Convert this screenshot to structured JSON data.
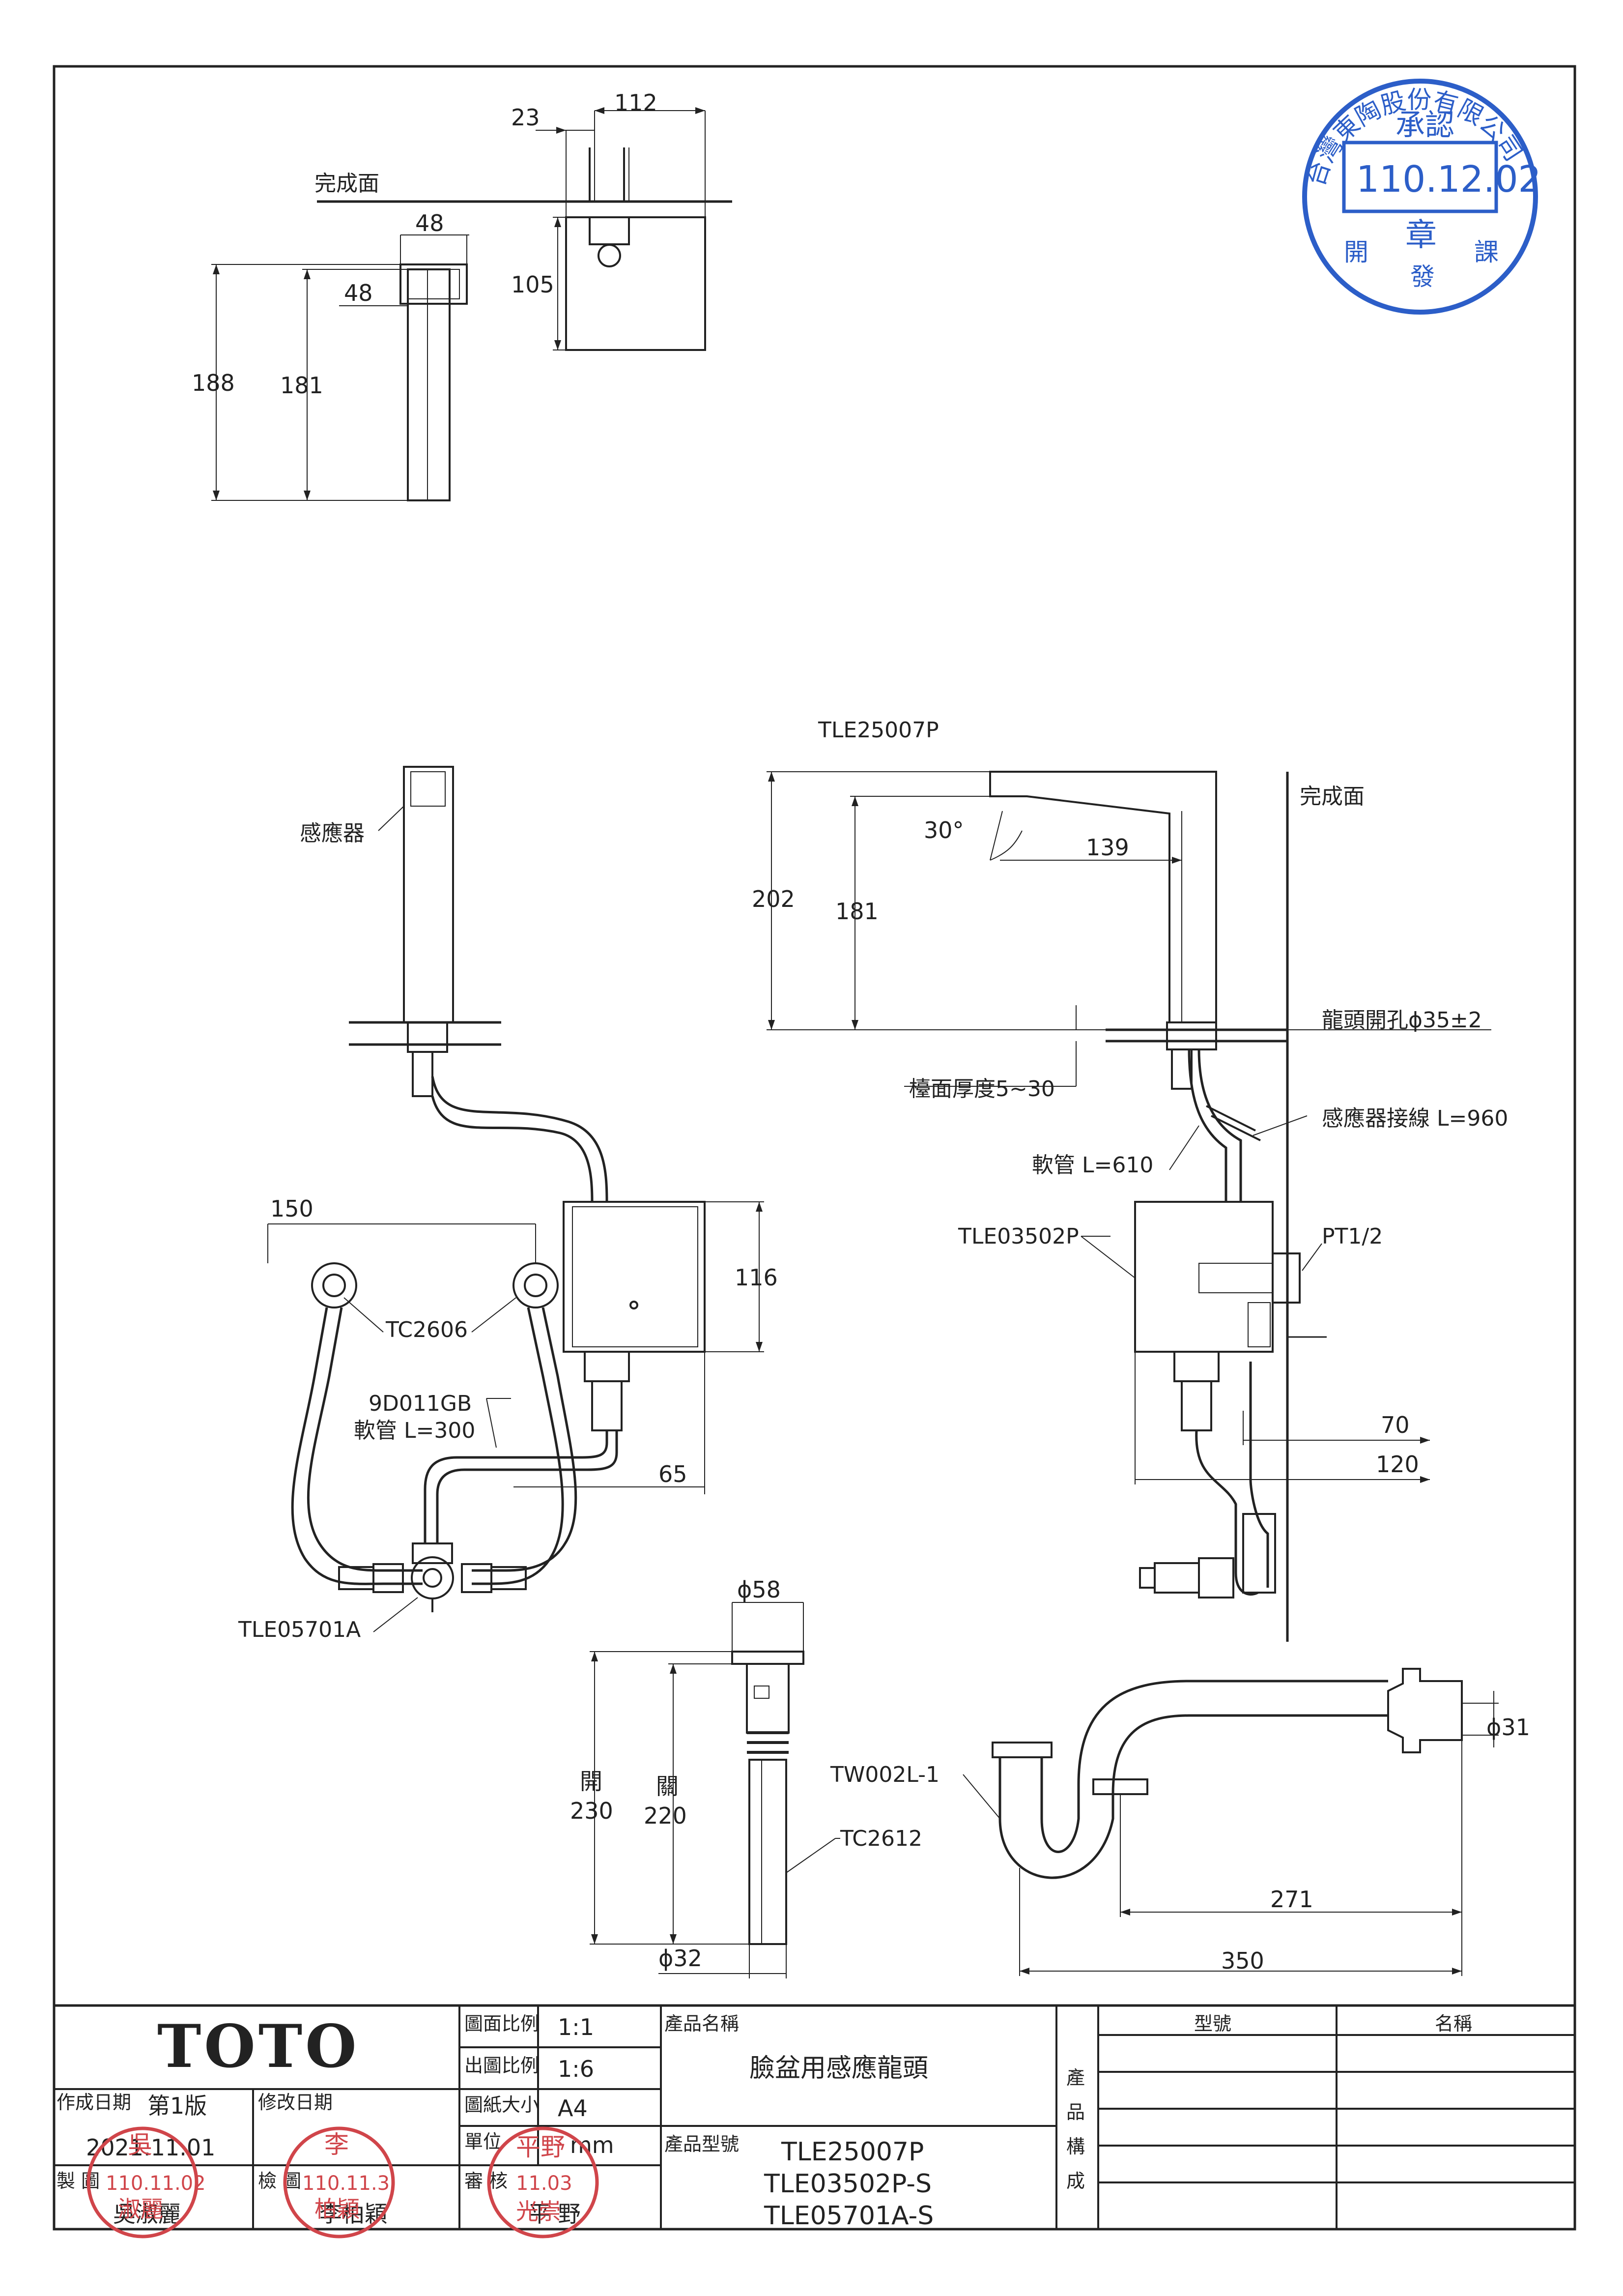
{
  "views": {
    "top": {
      "finish_surface": "完成面",
      "dims": {
        "d23": "23",
        "d112": "112",
        "d48a": "48",
        "d48b": "48",
        "d105": "105",
        "d188": "188",
        "d181": "181"
      }
    },
    "front": {
      "sensor": "感應器",
      "tc2606": "TC2606",
      "hose_code": "9D011GB",
      "hose_len": "軟管 L=300",
      "tle05701a": "TLE05701A",
      "dims": {
        "d150": "150",
        "d116": "116",
        "d65": "65"
      }
    },
    "side": {
      "model": "TLE25007P",
      "finish_surface": "完成面",
      "angle": "30°",
      "hole": "龍頭開孔ϕ35±2",
      "counter": "檯面厚度5~30",
      "sensor_cable": "感應器接線 L=960",
      "hose": "軟管 L=610",
      "control_box": "TLE03502P",
      "pt": "PT1/2",
      "dims": {
        "d202": "202",
        "d181": "181",
        "d139": "139",
        "d70": "70",
        "d120": "120"
      }
    },
    "drain": {
      "dia_top": "ϕ58",
      "open_label": "開",
      "open_val": "230",
      "close_label": "關",
      "close_val": "220",
      "dia_bottom": "ϕ32",
      "tc2612": "TC2612"
    },
    "trap": {
      "model": "TW002L-1",
      "dia": "ϕ31",
      "d271": "271",
      "d350": "350"
    }
  },
  "stamps": {
    "approval": {
      "ring": "台灣東陶股份有限公司",
      "top": "承認",
      "date": "110.12.02",
      "mid": "章",
      "left": "開",
      "bottom": "發",
      "right": "課"
    },
    "maker": {
      "line1": "吳",
      "date": "110.11.02",
      "line2": "淑麗"
    },
    "checker": {
      "line1": "李",
      "date": "110.11.3",
      "line2": "柏穎"
    },
    "reviewer": {
      "line1": "平野",
      "date": "11.03",
      "line2": "光崇"
    }
  },
  "title_block": {
    "logo": "TOTO",
    "scale_label": "圖面比例",
    "scale_value": "1:1",
    "print_scale_label": "出圖比例",
    "print_scale_value": "1:6",
    "paper_label": "圖紙大小",
    "paper_value": "A4",
    "unit_label": "單位",
    "unit_value": "mm",
    "created_label": "作成日期",
    "edition": "第1版",
    "revised_label": "修改日期",
    "created_date": "2021.11.01",
    "drawn_label": "製 圖",
    "drawn_name": "吳淑麗",
    "checked_label": "檢 圖",
    "checked_name": "李柏穎",
    "approved_label": "審 核",
    "approved_name": "平 野",
    "product_name_label": "產品名稱",
    "product_name": "臉盆用感應龍頭",
    "product_model_label": "產品型號",
    "models": [
      "TLE25007P",
      "TLE03502P-S",
      "TLE05701A-S"
    ],
    "composition_label": [
      "產",
      "品",
      "構",
      "成"
    ],
    "col_model": "型號",
    "col_name": "名稱"
  }
}
